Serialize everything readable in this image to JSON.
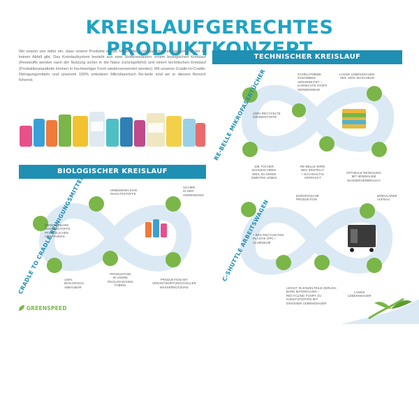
{
  "title": "KREISLAUFGERECHTES PRODUKTKONZEPT",
  "intro": "Wir setzen uns dafür ein, dass unsere Produkte in das Modell der Kreislaufwirtschaft passen, bei der es keinen Abfall gibt. Das Kreislaufsystem besteht aus zwei Stoffkreisläufen: einem biologischen Kreislauf (Reststoffe werden nach der Nutzung sicher in die Natur zurückgeführt) und einem technischen Kreislauf (Produktbestandteile können in hochwertiger Form wiederverwendet werden). Mit unseren Cradle-to-Cradle-Reinigungsmitteln und unserem 100% zirkulären Mikrofasertuch Re-belle sind wir in diesem Bereich führend.",
  "banners": {
    "technical": "TECHNISCHER KREISLAUF",
    "biological": "BIOLOGISCHER KREISLAUF"
  },
  "side_labels": {
    "microfiber": "RE-BELLE MIKROFASERTÜCHER",
    "cleaning": "CRADLE TO CRADLE REINIGUNGSMITTEL",
    "cart": "C-SHUTTLE ARBEITSWAGEN"
  },
  "technical_labels": [
    "STABILATWEBE\nZUSAMMEN\nVERARBEITET –\nGARNICHTS STOFF\nVERWENDBAR",
    "LANGE LEBENSDAUER,\nMIN. 500X WASCHBAR",
    "100% RECYCELTE\nGRUNDSTOFFE",
    "DIE TÜCHER\nBAHNEN IHREN\nWEG ZU IHREM\nZWEITEN LEBEN",
    "RE-BELLE WIRD\nNEU ERSTELLT\n+ NACHHALTIG\nVERPACKT",
    "OPTIMALE REINIGUNG\nMIT MINIMALEM\nWASSERVERBRAUCH"
  ],
  "biological_labels": [
    "UNBEDENKLICHE\nINHALTSSTOFFE",
    "SICHER\nIN DER\nANWENDUNG",
    "ERNEUERBARE\nINHALTSSTOFFE\nPFLANZLICHEN\nURSPRUNGS",
    "100%\nBIOLOGISCH\nABBAUBAR",
    "PRODUKTION\nIN UNSRE\nÖKOLOGISCHEN\nFABRIK",
    "PRODUKTION MIT\nVERANTWORTUNGSVOLLER\nWASSERNUTZUNG"
  ],
  "cart_labels": [
    "EUROPÄISCHE\nPRODUKTION",
    "MODULARER\nAUFBAU",
    "+ 99% RECYCELTEN\nPLASTIK (PP) +\nALUMINIUM",
    "LEICHT IN EINZELTEILE ZERLEG-\nBARE MATERIALIEN –\nRECYCLING FÜHRT ZU\nKUNSTSTOFFEN MIT\nGROSSER LEBENSDAUER",
    "LANGE\nLEBENSDAUER"
  ],
  "logo": "GREENSPEED",
  "colors": {
    "title": "#1fa3c4",
    "banner": "#1f8fb3",
    "loop": "#dbe9f4",
    "icon": "#7ab648"
  }
}
